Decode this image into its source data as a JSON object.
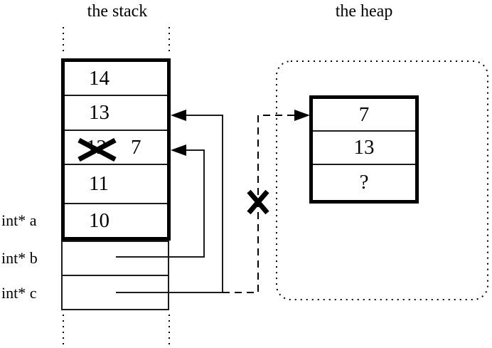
{
  "titles": {
    "stack": "the stack",
    "heap": "the heap"
  },
  "stack": {
    "rows": [
      {
        "value": "14"
      },
      {
        "value": "13"
      },
      {
        "old_value": "12",
        "new_value": "7",
        "crossed_out": true
      },
      {
        "value": "11"
      },
      {
        "value": "10"
      }
    ],
    "pointer_labels": [
      "int* a",
      "int* b",
      "int* c"
    ]
  },
  "heap": {
    "rows": [
      {
        "value": "7"
      },
      {
        "value": "13"
      },
      {
        "value": "?"
      }
    ]
  },
  "colors": {
    "ink": "#000000",
    "background": "#ffffff"
  }
}
